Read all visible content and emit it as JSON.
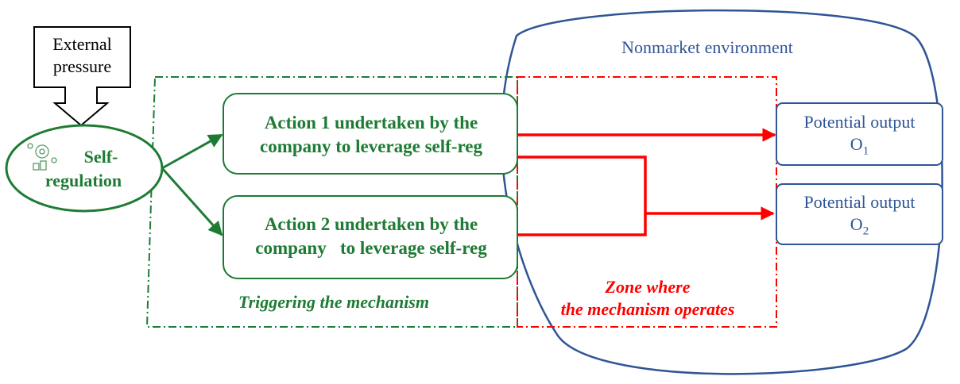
{
  "external_pressure": {
    "line1": "External",
    "line2": "pressure"
  },
  "self_regulation": {
    "line1": "Self-",
    "line2": "regulation",
    "icon": "sustainability-icon"
  },
  "actions": [
    {
      "line1": "Action 1 undertaken by the",
      "line2": "company to leverage self-reg"
    },
    {
      "line1": "Action 2 undertaken by the",
      "line2": "company   to leverage self-reg"
    }
  ],
  "nonmarket_environment": "Nonmarket environment",
  "outputs": [
    {
      "line1": "Potential output",
      "symbol": "O",
      "subscript": "1"
    },
    {
      "line1": "Potential output",
      "symbol": "O",
      "subscript": "2"
    }
  ],
  "triggering_label": "Triggering the mechanism",
  "zone_label": {
    "line1": "Zone where",
    "line2": "the mechanism operates"
  },
  "colors": {
    "green": "#1e7b34",
    "blue": "#2f5597",
    "red": "#ff0000",
    "black": "#000000"
  }
}
